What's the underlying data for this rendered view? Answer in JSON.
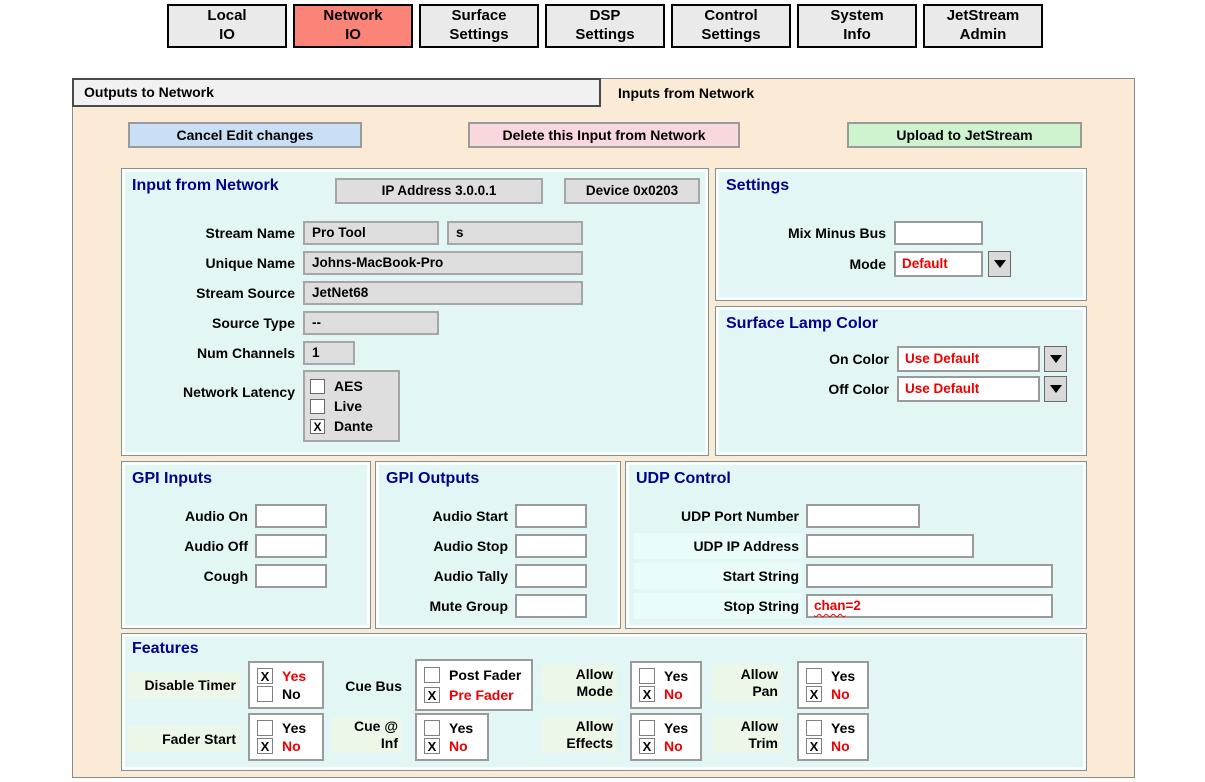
{
  "colors": {
    "page_background": "#FFFFFF",
    "content_background": "#FBEAD5",
    "panel_background": "#E3F6F6",
    "panel_border": "#7E9494",
    "heading_navy": "#00008B",
    "value_red": "#EE0000",
    "active_top_tab": "#FA8478",
    "cancel_button": "#C9DFF6",
    "delete_button": "#F8D7DD",
    "upload_button": "#CFF3CF",
    "readonly_field": "#DEDEDE",
    "label_highlight_green": "#EDF7E8",
    "label_highlight_cyan": "#EAFBFC"
  },
  "top_tabs": {
    "active_index": 1,
    "items": [
      {
        "line1": "Local",
        "line2": "IO"
      },
      {
        "line1": "Network",
        "line2": "IO"
      },
      {
        "line1": "Surface",
        "line2": "Settings"
      },
      {
        "line1": "DSP",
        "line2": "Settings"
      },
      {
        "line1": "Control",
        "line2": "Settings"
      },
      {
        "line1": "System",
        "line2": "Info"
      },
      {
        "line1": "JetStream",
        "line2": "Admin"
      }
    ]
  },
  "page_tabs": {
    "outputs_label": "Outputs to Network",
    "inputs_label": "Inputs from Network",
    "active": "Inputs from Network"
  },
  "action_buttons": {
    "cancel": "Cancel Edit changes",
    "delete": "Delete this Input from Network",
    "upload": "Upload to JetStream"
  },
  "input_from_network": {
    "title": "Input from Network",
    "ip_address": "IP Address 3.0.0.1",
    "device": "Device 0x0203",
    "stream_name": {
      "label": "Stream Name",
      "value1": "Pro Tool",
      "value2": "s"
    },
    "unique_name": {
      "label": "Unique Name",
      "value": "Johns-MacBook-Pro"
    },
    "stream_source": {
      "label": "Stream Source",
      "value": "JetNet68"
    },
    "source_type": {
      "label": "Source Type",
      "value": "--"
    },
    "num_channels": {
      "label": "Num Channels",
      "value": "1"
    },
    "network_latency": {
      "label": "Network Latency",
      "options": [
        {
          "label": "AES",
          "checked": false,
          "mark": ""
        },
        {
          "label": "Live",
          "checked": false,
          "mark": ""
        },
        {
          "label": "Dante",
          "checked": true,
          "mark": "X"
        }
      ]
    }
  },
  "settings": {
    "title": "Settings",
    "mix_minus_bus": {
      "label": "Mix Minus Bus",
      "value": ""
    },
    "mode": {
      "label": "Mode",
      "value": "Default"
    }
  },
  "surface_lamp_color": {
    "title": "Surface Lamp Color",
    "on_color": {
      "label": "On Color",
      "value": "Use Default"
    },
    "off_color": {
      "label": "Off Color",
      "value": "Use Default"
    }
  },
  "gpi_inputs": {
    "title": "GPI Inputs",
    "rows": [
      {
        "label": "Audio On",
        "value": ""
      },
      {
        "label": "Audio Off",
        "value": ""
      },
      {
        "label": "Cough",
        "value": ""
      }
    ]
  },
  "gpi_outputs": {
    "title": "GPI Outputs",
    "rows": [
      {
        "label": "Audio Start",
        "value": ""
      },
      {
        "label": "Audio Stop",
        "value": ""
      },
      {
        "label": "Audio Tally",
        "value": ""
      },
      {
        "label": "Mute Group",
        "value": ""
      }
    ]
  },
  "udp_control": {
    "title": "UDP Control",
    "rows": [
      {
        "label": "UDP Port Number",
        "value": ""
      },
      {
        "label": "UDP IP Address",
        "value": ""
      },
      {
        "label": "Start String",
        "value": ""
      }
    ],
    "stop_string": {
      "label": "Stop String",
      "value": "chan=2",
      "misspelled_part": "chan",
      "rest_part": "=2"
    }
  },
  "features": {
    "title": "Features",
    "groups": [
      {
        "label": "Disable Timer",
        "options": [
          {
            "label": "Yes",
            "checked": true,
            "mark": "X"
          },
          {
            "label": "No",
            "checked": false,
            "mark": ""
          }
        ]
      },
      {
        "label": "Cue Bus",
        "options": [
          {
            "label": "Post Fader",
            "checked": false,
            "mark": ""
          },
          {
            "label": "Pre Fader",
            "checked": true,
            "mark": "X"
          }
        ]
      },
      {
        "label_line1": "Allow",
        "label_line2": "Mode",
        "options": [
          {
            "label": "Yes",
            "checked": false,
            "mark": ""
          },
          {
            "label": "No",
            "checked": true,
            "mark": "X"
          }
        ]
      },
      {
        "label_line1": "Allow",
        "label_line2": "Pan",
        "options": [
          {
            "label": "Yes",
            "checked": false,
            "mark": ""
          },
          {
            "label": "No",
            "checked": true,
            "mark": "X"
          }
        ]
      },
      {
        "label": "Fader Start",
        "options": [
          {
            "label": "Yes",
            "checked": false,
            "mark": ""
          },
          {
            "label": "No",
            "checked": true,
            "mark": "X"
          }
        ]
      },
      {
        "label_line1": "Cue @",
        "label_line2": "Inf",
        "options": [
          {
            "label": "Yes",
            "checked": false,
            "mark": ""
          },
          {
            "label": "No",
            "checked": true,
            "mark": "X"
          }
        ]
      },
      {
        "label_line1": "Allow",
        "label_line2": "Effects",
        "options": [
          {
            "label": "Yes",
            "checked": false,
            "mark": ""
          },
          {
            "label": "No",
            "checked": true,
            "mark": "X"
          }
        ]
      },
      {
        "label_line1": "Allow",
        "label_line2": "Trim",
        "options": [
          {
            "label": "Yes",
            "checked": false,
            "mark": ""
          },
          {
            "label": "No",
            "checked": true,
            "mark": "X"
          }
        ]
      }
    ]
  }
}
